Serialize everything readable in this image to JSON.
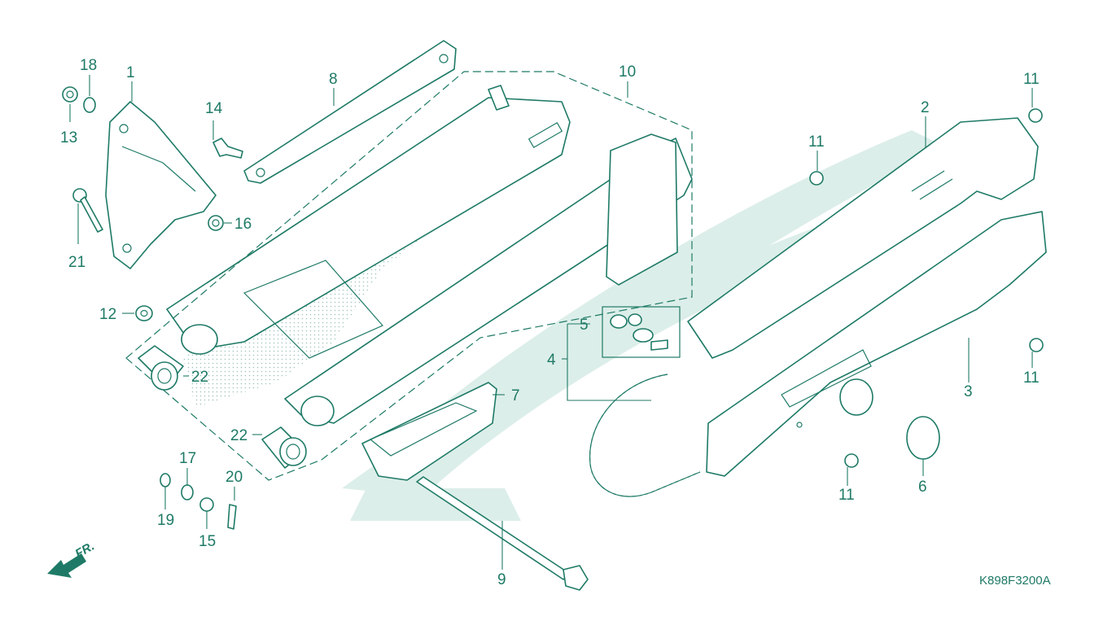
{
  "diagram": {
    "code": "K898F3200A",
    "front_marker": "FR.",
    "callouts": [
      "1",
      "18",
      "13",
      "21",
      "16",
      "12",
      "22",
      "14",
      "8",
      "10",
      "11",
      "2",
      "11",
      "5",
      "4",
      "7",
      "22",
      "17",
      "20",
      "19",
      "15",
      "9",
      "3",
      "11",
      "11",
      "6"
    ],
    "colors": {
      "line": "#1e7a66",
      "watermark": "#d6ece6",
      "background": "#ffffff"
    }
  }
}
